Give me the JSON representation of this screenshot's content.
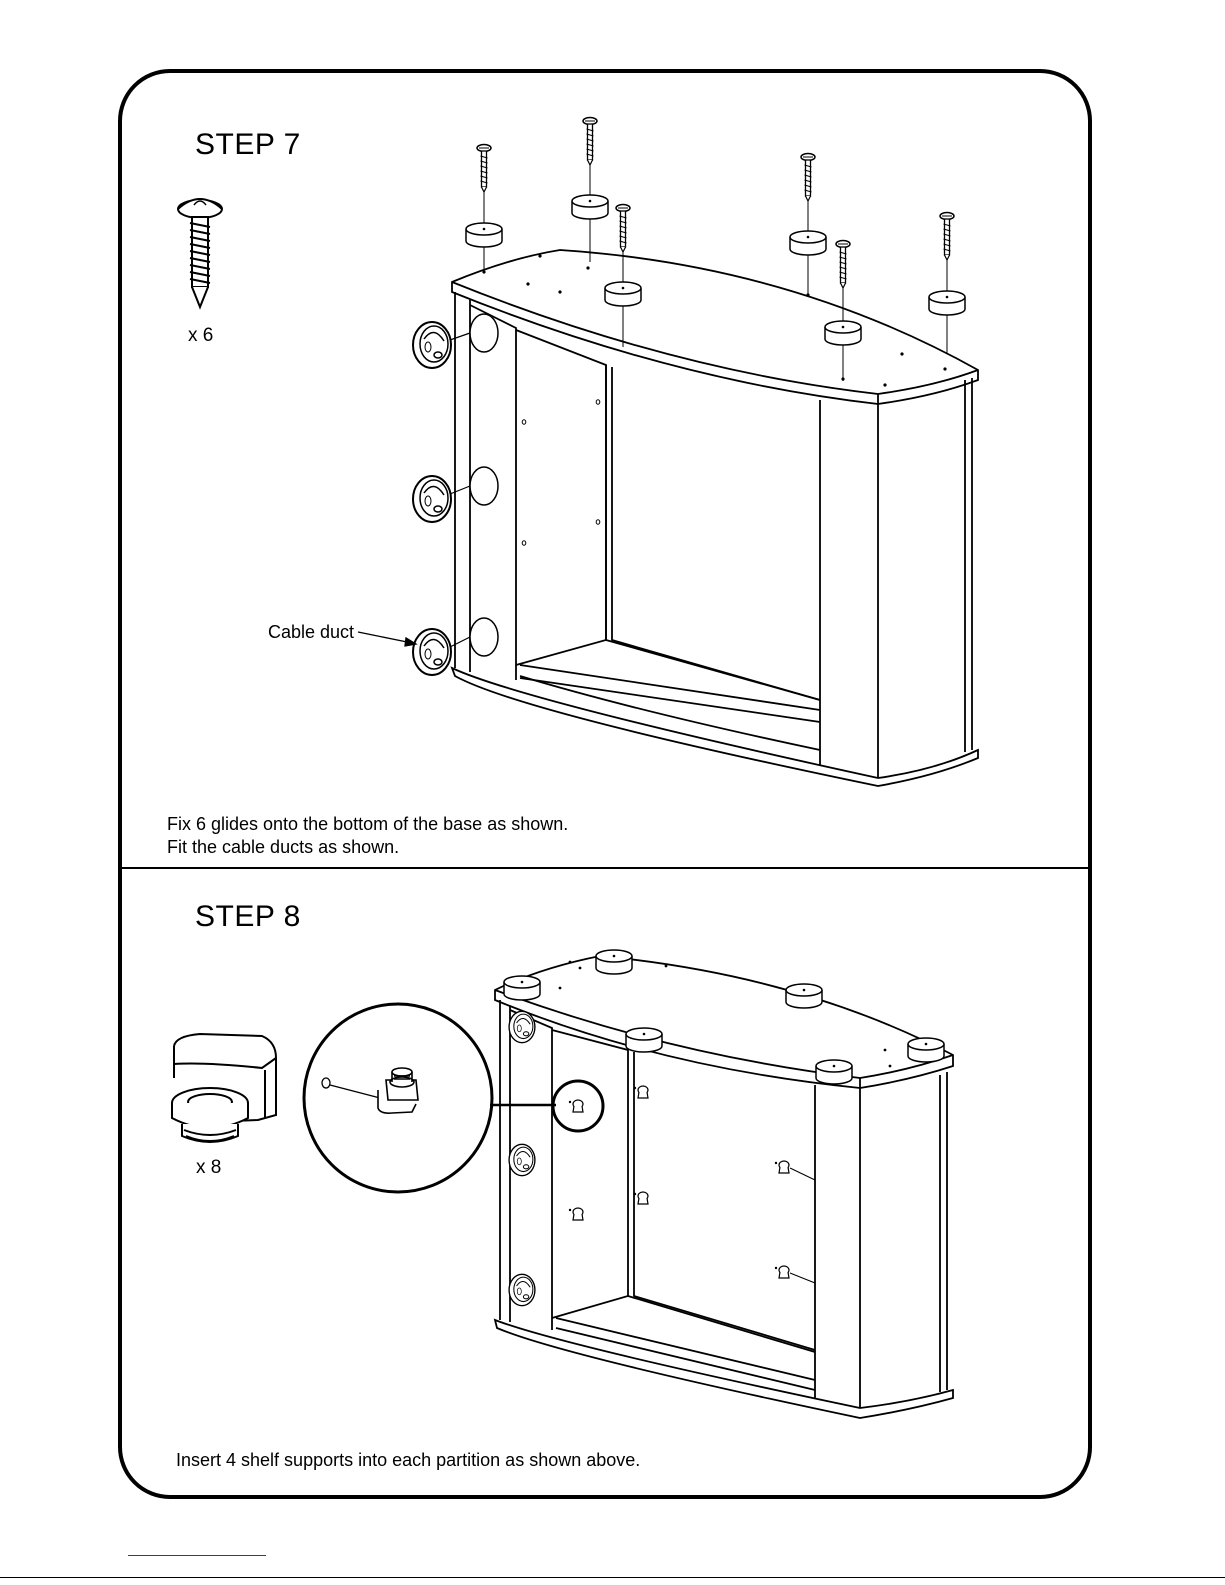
{
  "step7": {
    "title": "STEP 7",
    "screw_qty": "x 6",
    "callout_label": "Cable duct",
    "instructions": [
      "Fix 6 glides onto the bottom of the base as shown.",
      "Fit the cable ducts as shown."
    ]
  },
  "step8": {
    "title": "STEP 8",
    "support_qty": "x 8",
    "instructions": [
      "Insert 4 shelf supports into each partition as shown above."
    ]
  },
  "icons": {
    "hardware_step7": "screw-icon",
    "hardware_step8": "shelf-support-icon",
    "detail": "magnifier-detail-icon"
  }
}
